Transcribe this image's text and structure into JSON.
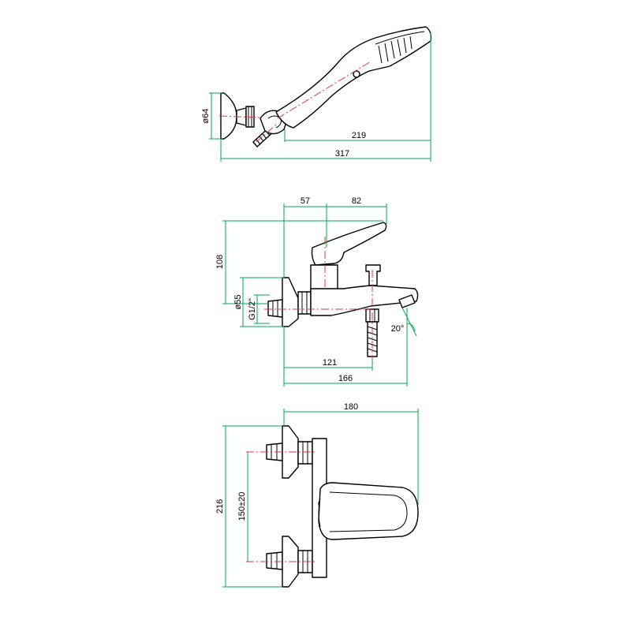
{
  "colors": {
    "dimension_lines": "#00a651",
    "center_lines": "#e0393e",
    "outline": "#000000",
    "background": "#ffffff"
  },
  "shower_head_view": {
    "dim_diameter": "ø64",
    "dim_handle_length": "219",
    "dim_total_length": "317"
  },
  "side_view": {
    "dim_top_left": "57",
    "dim_top_right": "82",
    "dim_height": "108",
    "dim_flange_diameter": "ø55",
    "dim_thread": "G1/2\"",
    "dim_angle": "20°",
    "dim_spout_121": "121",
    "dim_spout_166": "166"
  },
  "top_view": {
    "dim_width": "180",
    "dim_height": "216",
    "dim_center_distance": "150±20"
  }
}
